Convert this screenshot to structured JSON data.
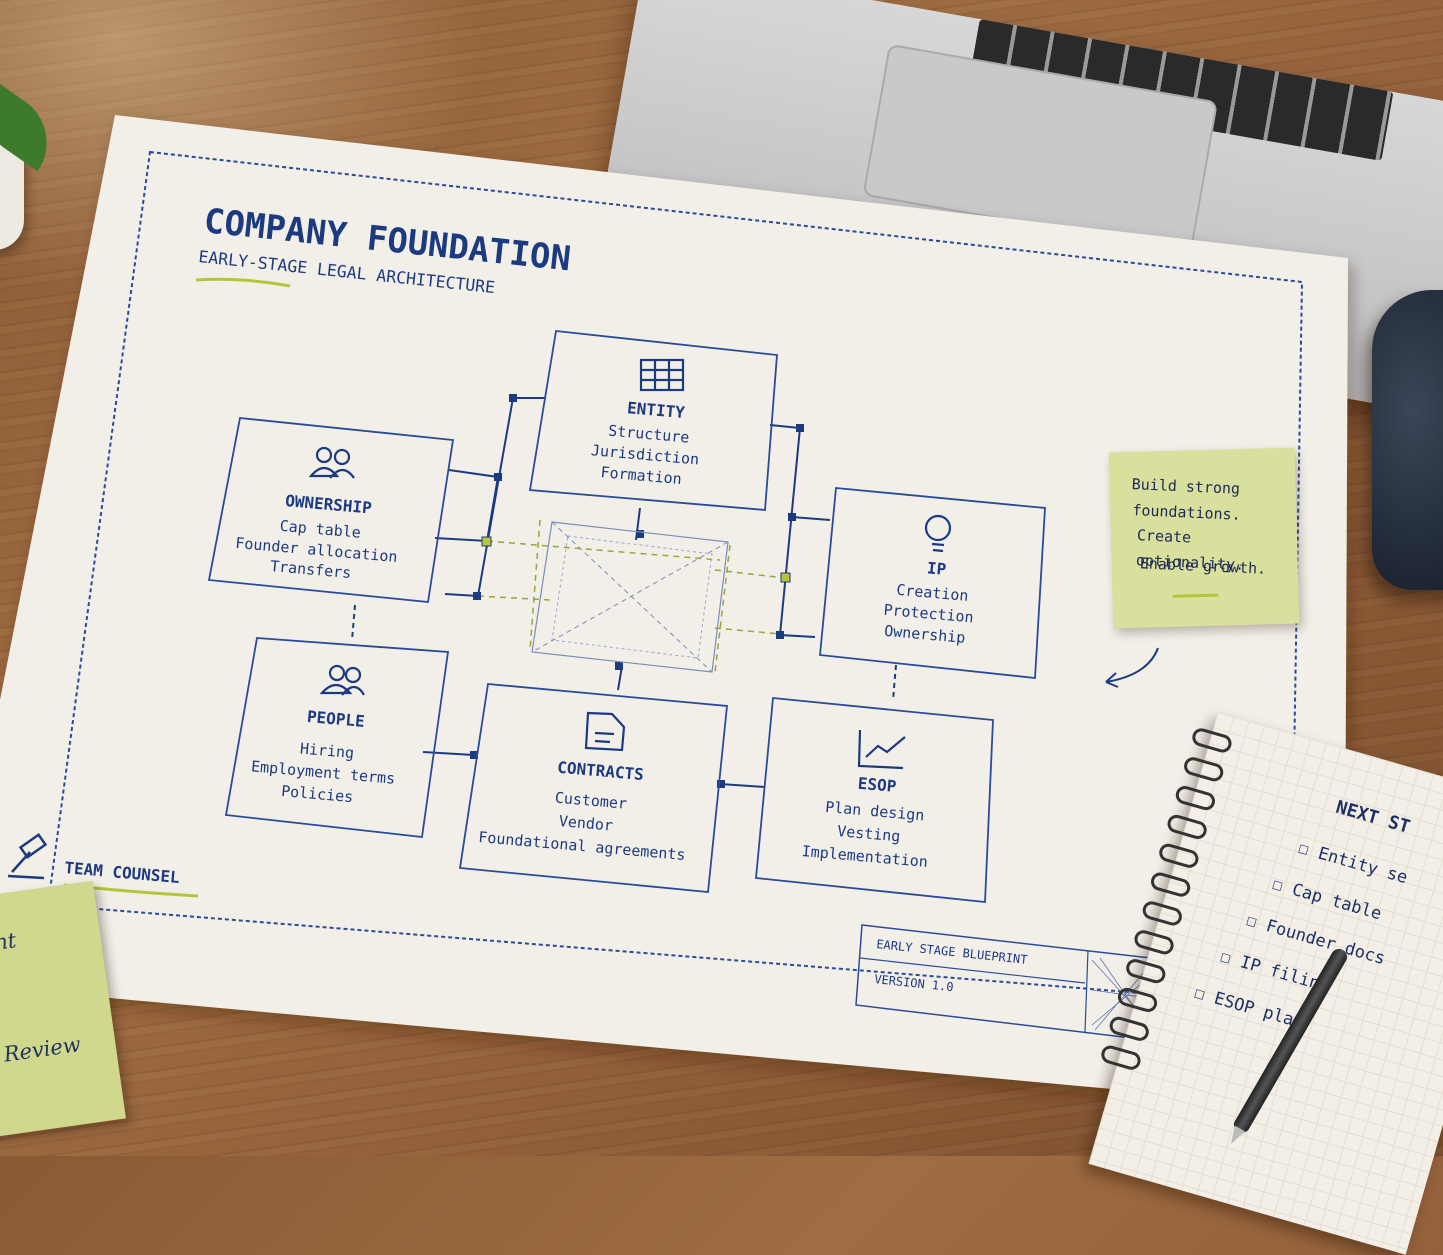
{
  "sheet": {
    "title": "COMPANY FOUNDATION",
    "subtitle": "EARLY-STAGE LEGAL ARCHITECTURE",
    "brand": "TEAM COUNSEL",
    "title_block": {
      "line1": "EARLY STAGE BLUEPRINT",
      "line2": "VERSION 1.0"
    }
  },
  "boxes": {
    "entity": {
      "title": "ENTITY",
      "items": [
        "Structure",
        "Jurisdiction",
        "Formation"
      ],
      "icon": "grid-icon"
    },
    "ownership": {
      "title": "OWNERSHIP",
      "items": [
        "Cap table",
        "Founder allocation",
        "Transfers"
      ],
      "icon": "people-icon"
    },
    "ip": {
      "title": "IP",
      "items": [
        "Creation",
        "Protection",
        "Ownership"
      ],
      "icon": "lightbulb-icon"
    },
    "people": {
      "title": "PEOPLE",
      "items": [
        "Hiring",
        "Employment terms",
        "Policies"
      ],
      "icon": "people-icon"
    },
    "contracts": {
      "title": "CONTRACTS",
      "items": [
        "Customer",
        "Vendor",
        "Foundational agreements"
      ],
      "icon": "document-icon"
    },
    "esop": {
      "title": "ESOP",
      "items": [
        "Plan design",
        "Vesting",
        "Implementation"
      ],
      "icon": "chart-icon"
    }
  },
  "sticky_note": {
    "lines": [
      "Build strong",
      "foundations.",
      "Create optionality.",
      "Enable growth."
    ]
  },
  "notebook": {
    "heading": "NEXT ST",
    "items": [
      "Entity se",
      "Cap table",
      "Founder docs",
      "IP filing",
      "ESOP plan"
    ]
  },
  "left_note": {
    "lines": [
      "nt",
      "Review"
    ]
  },
  "colors": {
    "ink": "#1c3a80",
    "accent": "#b6c43a",
    "paper": "#f2efe8"
  }
}
